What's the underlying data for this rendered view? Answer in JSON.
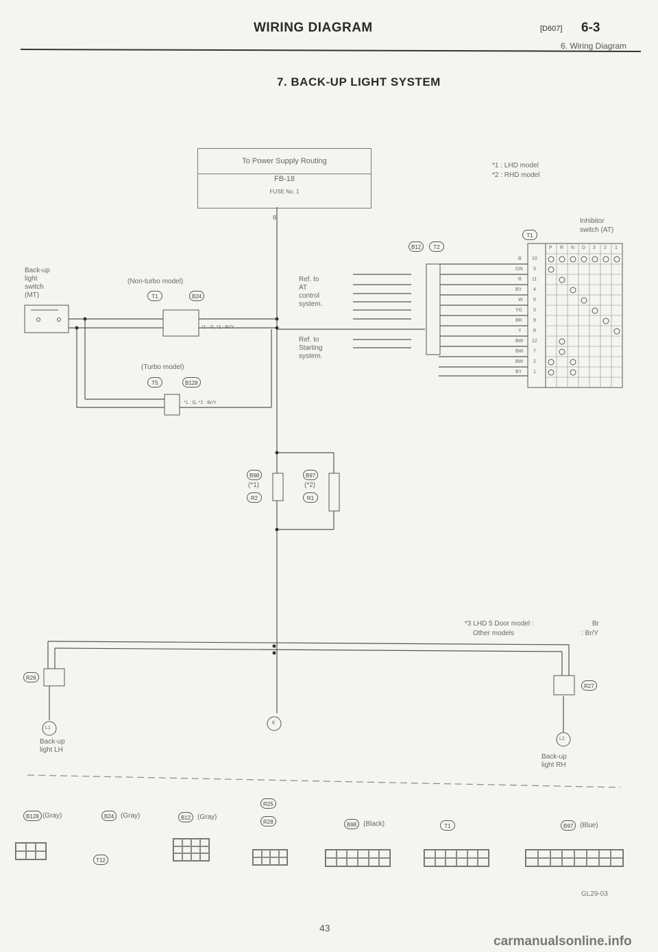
{
  "header": {
    "title": "WIRING DIAGRAM",
    "code": "[D607]",
    "page_ref": "6-3",
    "subtitle": "6. Wiring Diagram"
  },
  "section_title": "7. BACK-UP LIGHT SYSTEM",
  "power_supply": {
    "line1": "To Power Supply Routing",
    "line2": "FB-18",
    "line3": "FUSE No. 1"
  },
  "notes": {
    "n1": "*1 : LHD model",
    "n2": "*2 : RHD model",
    "n3_label": "*3  LHD 5 Door model :",
    "n3_value": "Br",
    "n4_label": "Other models",
    "n4_value": ": Br/Y"
  },
  "labels": {
    "switch_mt": [
      "Back-up",
      "light",
      "switch",
      "(MT)"
    ],
    "non_turbo": "(Non-turbo model)",
    "turbo": "(Turbo model)",
    "ref_at": [
      "Ref. to",
      "AT",
      "control",
      "system."
    ],
    "ref_start": [
      "Ref. to",
      "Starting",
      "system."
    ],
    "inhibitor": [
      "Inhibitor",
      "switch (AT)"
    ],
    "light_lh": [
      "Back-up",
      "light LH"
    ],
    "light_rh": [
      "Back-up",
      "light RH"
    ],
    "wire_b": "B",
    "wire_bry": "*1 : G, *2 : Br/Y",
    "wire_turbo": "*1 : G, *2 : Br/Y"
  },
  "inhibitor_positions": [
    "P",
    "R",
    "N",
    "D",
    "3",
    "2",
    "1"
  ],
  "inhibitor_pins": [
    "10",
    "3",
    "11",
    "4",
    "6",
    "5",
    "9",
    "8",
    "12",
    "7",
    "2",
    "1"
  ],
  "inhibitor_wire_colors": [
    "B",
    "GN",
    "R",
    "BY",
    "W",
    "YG",
    "BR",
    "Y",
    "BW",
    "BW",
    "BW",
    "BY"
  ],
  "connectors": {
    "t1": "T1",
    "t2": "T2",
    "b12": "B12",
    "b24": "B24",
    "b128": "B128",
    "b98": "B98",
    "b97": "B97",
    "r2": "R2",
    "r1": "R1",
    "r26": "R26",
    "r25": "R25",
    "r27": "R27",
    "r28": "R28",
    "t5": "T5",
    "e": "E",
    "l1": "L1",
    "l2": "L2",
    "star1": "(*1)",
    "star2": "(*2)"
  },
  "legend": {
    "b128": "(Gray)",
    "b24": "(Gray)",
    "b12": "(Gray)",
    "b98": "(Black)",
    "b97": "(Blue)",
    "t12": "T12"
  },
  "figure_code": "GL29-03",
  "page_number": "43",
  "watermark": "carmanualsonline.info"
}
